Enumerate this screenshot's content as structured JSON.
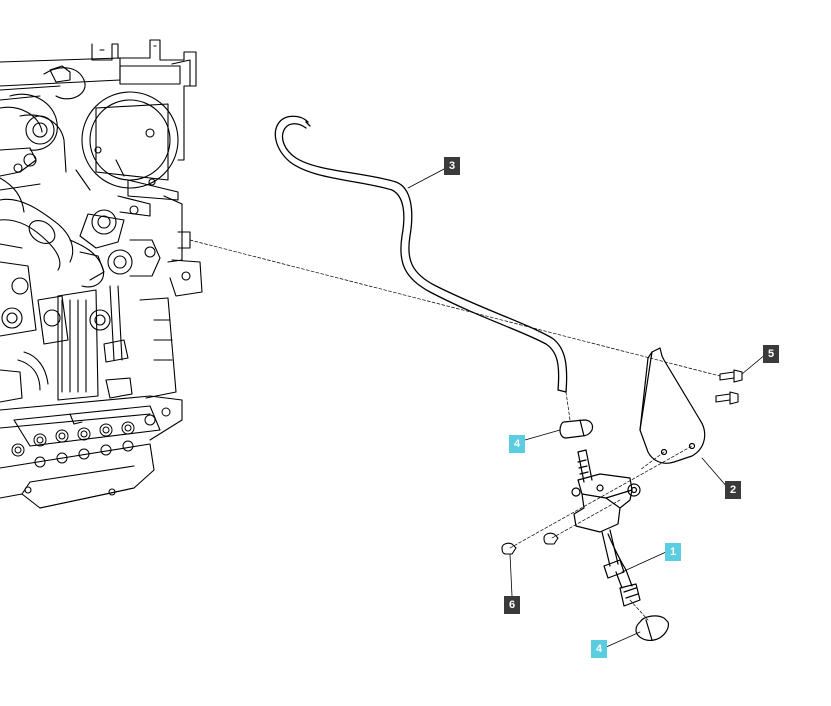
{
  "diagram": {
    "callouts": [
      {
        "label": "1",
        "style": "cyan"
      },
      {
        "label": "2",
        "style": "dark"
      },
      {
        "label": "3",
        "style": "dark"
      },
      {
        "label": "4",
        "style": "cyan"
      },
      {
        "label": "4",
        "style": "cyan"
      },
      {
        "label": "5",
        "style": "dark"
      },
      {
        "label": "6",
        "style": "dark"
      }
    ],
    "colors": {
      "dark_callout": "#3a3a3a",
      "cyan_callout": "#5bcde0",
      "line": "#000000",
      "background": "#ffffff"
    }
  }
}
